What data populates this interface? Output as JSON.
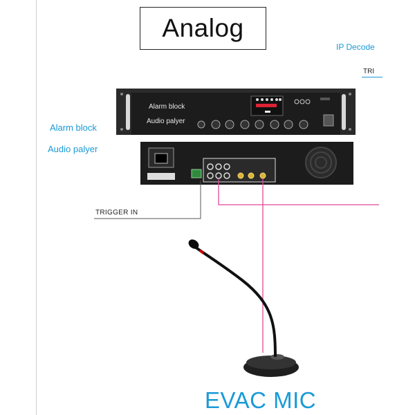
{
  "title": "Analog",
  "labels": {
    "ip_decoder": "IP Decode",
    "trigger_right": "TRI",
    "alarm_block": "Alarm block",
    "audio_player": "Audio palyer",
    "trigger_in": "TRIGGER IN",
    "evac_mic": "EVAC MIC"
  },
  "device_front": {
    "label_alarm": "Alarm block",
    "label_audio": "Audio palyer"
  },
  "colors": {
    "accent_blue": "#1a9ad6",
    "cable_pink": "#e0489a",
    "device_dark": "#1c1c1c"
  },
  "icons": {
    "microphone": "gooseneck-microphone-icon",
    "power_socket": "power-socket-icon",
    "fan": "fan-grille-icon"
  }
}
